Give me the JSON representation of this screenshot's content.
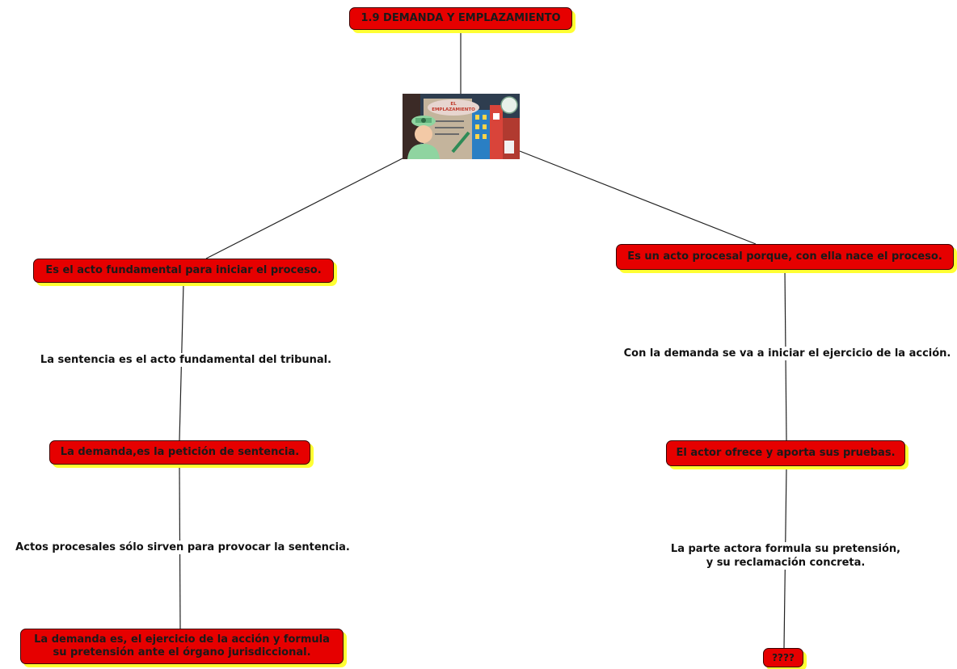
{
  "root": {
    "label": "1.9 DEMANDA Y EMPLAZAMIENTO"
  },
  "image": {
    "badge": "EL\nEMPLAZAMIENTO"
  },
  "left": {
    "n1": "Es el acto fundamental para iniciar el proceso.",
    "l1": "La sentencia es el acto fundamental del tribunal.",
    "n2": "La demanda,es la petición de sentencia.",
    "l2": "Actos procesales sólo sirven para provocar la sentencia.",
    "n3": "La demanda es,  el ejercicio de la acción y formula\nsu pretensión ante el órgano jurisdiccional."
  },
  "right": {
    "n1": "Es un acto procesal porque, con ella nace el proceso.",
    "l1": "Con la demanda se va a iniciar el ejercicio de la acción.",
    "n2": "El actor ofrece y aporta sus pruebas.",
    "l2": "La parte actora formula su pretensión,\ny su reclamación concreta.",
    "n3": "????"
  },
  "colors": {
    "node_fill": "#e60000",
    "node_shadow": "#ffff33",
    "line": "#222222"
  }
}
